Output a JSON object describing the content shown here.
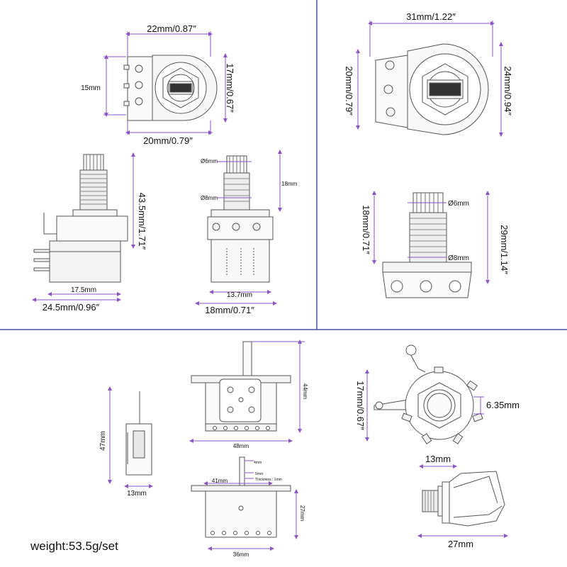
{
  "colors": {
    "divider": "#4a4fa8",
    "dimension_line": "#8a55c4",
    "part_stroke": "#555555",
    "part_fill": "#f4f4f4"
  },
  "labels": {
    "pot_a_top_width": "22mm/0.87″",
    "pot_a_side_height": "17mm/0.67″",
    "pot_a_lug_span": "15mm",
    "pot_a_bottom_width": "20mm/0.79″",
    "pot_a_shaft_height": "43.5mm/1.71″",
    "pot_a_body_width": "17.5mm",
    "pot_a_total_width": "24.5mm/0.96″",
    "pot_a_shaft_dia": "Ø6mm",
    "pot_a_thread_dia": "Ø8mm",
    "pot_a_thread_len": "18mm",
    "pot_a_front_body": "13.7mm",
    "pot_a_front_total": "18mm/0.71″",
    "pot_b_top_width": "31mm/1.22″",
    "pot_b_left_height": "20mm/0.79″",
    "pot_b_right_height": "24mm/0.94″",
    "pot_b_shaft_dia": "Ø6mm",
    "pot_b_thread_dia": "Ø8mm",
    "pot_b_thread_len": "18mm/0.71″",
    "pot_b_total_height": "29mm/1.14″",
    "switch_side_height": "47mm",
    "switch_side_width": "13mm",
    "switch_front_height": "44mm",
    "switch_front_width": "48mm",
    "switch_lever_width": "4mm",
    "switch_lever_len": "5mm",
    "switch_thickness": "Thickness : 1mm",
    "switch_bracket_width": "41mm",
    "switch_body_height": "27mm",
    "switch_body_width": "36mm",
    "jack_height": "17mm/0.67″",
    "jack_hole": "6.35mm",
    "jack_thread": "13mm",
    "jack_length": "27mm"
  },
  "weight": "weight:53.5g/set"
}
